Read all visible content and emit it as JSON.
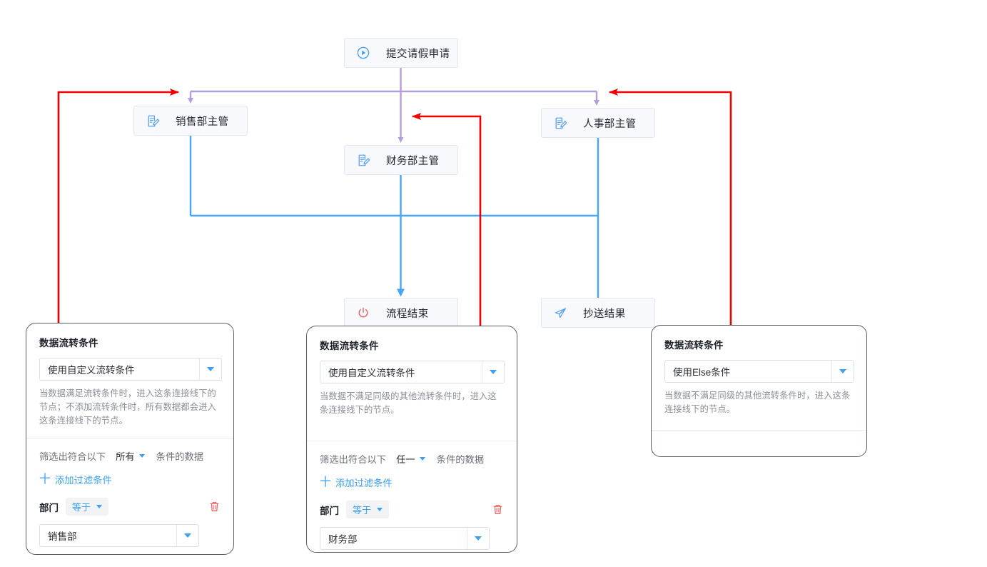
{
  "flow": {
    "nodes": [
      {
        "id": "start",
        "label": "提交请假申请",
        "icon": "play-circle-icon"
      },
      {
        "id": "sales",
        "label": "销售部主管",
        "icon": "approval-form-icon"
      },
      {
        "id": "hr",
        "label": "人事部主管",
        "icon": "approval-form-icon"
      },
      {
        "id": "finance",
        "label": "财务部主管",
        "icon": "approval-form-icon"
      },
      {
        "id": "end",
        "label": "流程结束",
        "icon": "power-off-icon"
      },
      {
        "id": "cc",
        "label": "抄送结果",
        "icon": "send-paper-plane-icon"
      }
    ],
    "colors": {
      "branch_purple": "#b39ddb",
      "merge_blue": "#46a6f5",
      "highlight_red": "#ee0000",
      "node_border": "#e3e8f0",
      "node_bg": "#f7f9fc"
    }
  },
  "panels": [
    {
      "id": "panel-sales",
      "title": "数据流转条件",
      "condition_type": "使用自定义流转条件",
      "description": "当数据满足流转条件时，进入这条连接线下的节点；不添加流转条件时，所有数据都会进入这条连接线下的节点。",
      "filter_prefix": "筛选出符合以下",
      "filter_mode": "所有",
      "filter_suffix": "条件的数据",
      "add_condition_label": "添加过滤条件",
      "add_condition_plus": "十",
      "rule": {
        "field": "部门",
        "operator": "等于",
        "value": "销售部",
        "delete_icon": "trash-icon"
      }
    },
    {
      "id": "panel-finance",
      "title": "数据流转条件",
      "condition_type": "使用自定义流转条件",
      "description": "当数据不满足同级的其他流转条件时，进入这条连接线下的节点。",
      "filter_prefix": "筛选出符合以下",
      "filter_mode": "任一",
      "filter_suffix": "条件的数据",
      "add_condition_label": "添加过滤条件",
      "add_condition_plus": "十",
      "rule": {
        "field": "部门",
        "operator": "等于",
        "value": "财务部",
        "delete_icon": "trash-icon"
      }
    },
    {
      "id": "panel-hr",
      "title": "数据流转条件",
      "condition_type": "使用Else条件",
      "description": "当数据不满足同级的其他流转条件时，进入这条连接线下的节点。",
      "filter_prefix": "",
      "filter_mode": "",
      "filter_suffix": "",
      "add_condition_label": "",
      "add_condition_plus": "",
      "rule": null
    }
  ]
}
